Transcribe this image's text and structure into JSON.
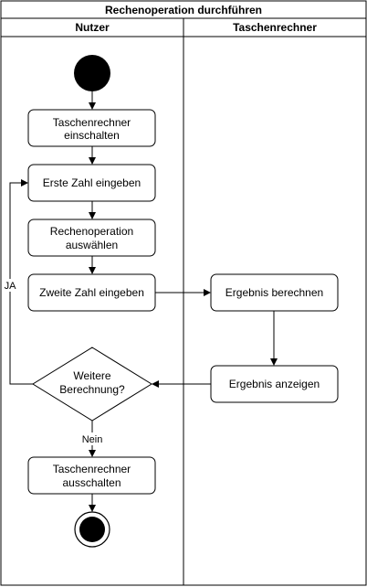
{
  "pool": {
    "title": "Rechenoperation durchführen",
    "lanes": [
      {
        "label": "Nutzer"
      },
      {
        "label": "Taschenrechner"
      }
    ]
  },
  "activities": [
    {
      "lines": [
        "Taschenrechner",
        "einschalten"
      ]
    },
    {
      "lines": [
        "Erste Zahl eingeben"
      ]
    },
    {
      "lines": [
        "Rechenoperation",
        "auswählen"
      ]
    },
    {
      "lines": [
        "Zweite Zahl eingeben"
      ]
    },
    {
      "lines": [
        "Ergebnis berechnen"
      ]
    },
    {
      "lines": [
        "Ergebnis anzeigen"
      ]
    },
    {
      "lines": [
        "Taschenrechner",
        "ausschalten"
      ]
    }
  ],
  "decision": {
    "lines": [
      "Weitere",
      "Berechnung?"
    ]
  },
  "edge_labels": {
    "yes": "JA",
    "no": "Nein"
  },
  "colors": {
    "stroke": "#000000",
    "fill": "#ffffff",
    "node_fill": "#000000"
  }
}
